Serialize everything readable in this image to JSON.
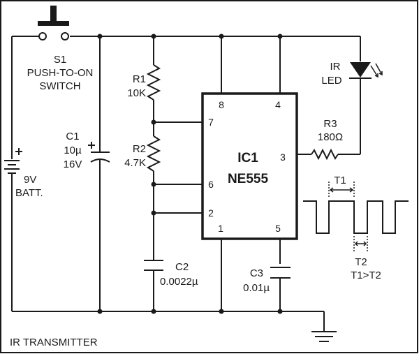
{
  "title": "IR TRANSMITTER",
  "components": {
    "switch": {
      "ref": "S1",
      "line1": "PUSH-TO-ON",
      "line2": "SWITCH"
    },
    "battery": {
      "value": "9V",
      "type": "BATT.",
      "polarity": "+"
    },
    "c1": {
      "ref": "C1",
      "value": "10µ",
      "rating": "16V",
      "polarity": "+"
    },
    "r1": {
      "ref": "R1",
      "value": "10K"
    },
    "r2": {
      "ref": "R2",
      "value": "4.7K"
    },
    "c2": {
      "ref": "C2",
      "value": "0.0022µ"
    },
    "c3": {
      "ref": "C3",
      "value": "0.01µ"
    },
    "ic": {
      "ref": "IC1",
      "part": "NE555",
      "pins": {
        "p8": "8",
        "p4": "4",
        "p7": "7",
        "p3": "3",
        "p6": "6",
        "p2": "2",
        "p1": "1",
        "p5": "5"
      }
    },
    "r3": {
      "ref": "R3",
      "value": "180Ω"
    },
    "led": {
      "line1": "IR",
      "line2": "LED"
    }
  },
  "waveform": {
    "t1": "T1",
    "t2": "T2",
    "relation": "T1>T2"
  },
  "colors": {
    "ink": "#1a1a1a",
    "background": "#ffffff"
  }
}
